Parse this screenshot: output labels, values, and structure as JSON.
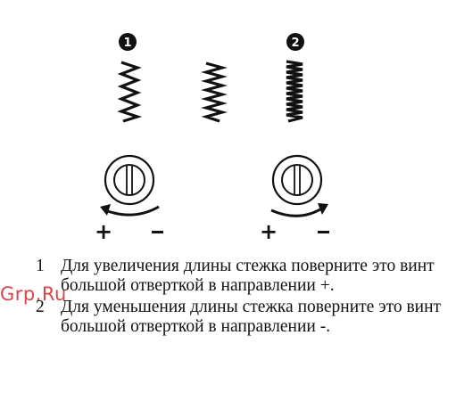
{
  "callouts": [
    {
      "number": "1"
    },
    {
      "number": "2"
    }
  ],
  "signs": {
    "plus": "+",
    "minus": "-"
  },
  "watermark": "Grp.Ru",
  "instructions": [
    {
      "number": "1",
      "text": "Для увеличения длины стежка поверните это винт большой отверткой в направлении +."
    },
    {
      "number": "2",
      "text": "Для уменьшения длины стежка поверните это винт большой отверткой в направлении -."
    }
  ]
}
